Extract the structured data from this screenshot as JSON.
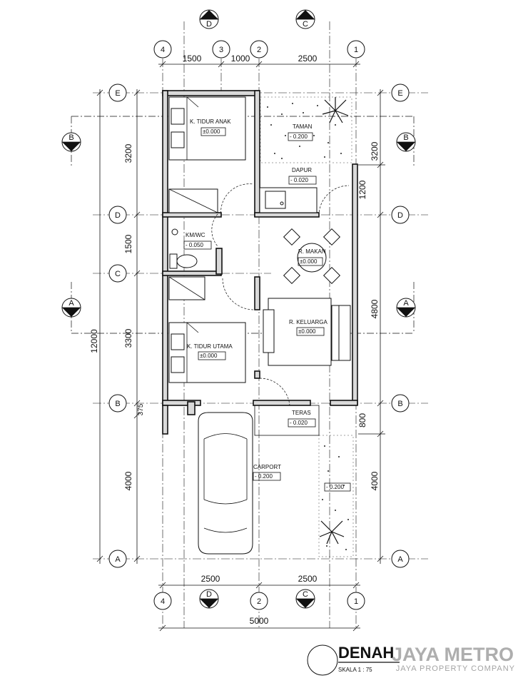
{
  "drawing": {
    "title": "DENAH",
    "scale_label": "SKALA 1 : 75",
    "watermark_brand": "JAYA METRO",
    "watermark_tagline": "JAYA PROPERTY COMPANY"
  },
  "axes": {
    "vertical": [
      "4",
      "3",
      "2",
      "1"
    ],
    "horizontal": [
      "E",
      "D",
      "C",
      "B",
      "A"
    ]
  },
  "section_markers": {
    "top": [
      "D",
      "C"
    ],
    "bottom": [
      "D",
      "C"
    ],
    "left": [
      "B",
      "A"
    ],
    "right": [
      "B",
      "A"
    ]
  },
  "dimensions": {
    "top": [
      "1500",
      "1000",
      "2500"
    ],
    "bottom": [
      "2500",
      "2500"
    ],
    "bottom_total": "5000",
    "left": [
      "3200",
      "1500",
      "3300",
      "375",
      "4000"
    ],
    "left_total": "12000",
    "right": [
      "3200",
      "1200",
      "4800",
      "800",
      "4000"
    ]
  },
  "rooms": [
    {
      "name": "K. TIDUR ANAK",
      "level": "±0.000"
    },
    {
      "name": "TAMAN",
      "level": "- 0.200"
    },
    {
      "name": "DAPUR",
      "level": "- 0.020"
    },
    {
      "name": "KM/WC",
      "level": "- 0.050"
    },
    {
      "name": "R. MAKAN",
      "level": "±0.000"
    },
    {
      "name": "R. KELUARGA",
      "level": "±0.000"
    },
    {
      "name": "K. TIDUR UTAMA",
      "level": "±0.000"
    },
    {
      "name": "TERAS",
      "level": "- 0.020"
    },
    {
      "name": "CARPORT",
      "level": "- 0.200"
    },
    {
      "name": "",
      "level": "- 0.200"
    }
  ]
}
